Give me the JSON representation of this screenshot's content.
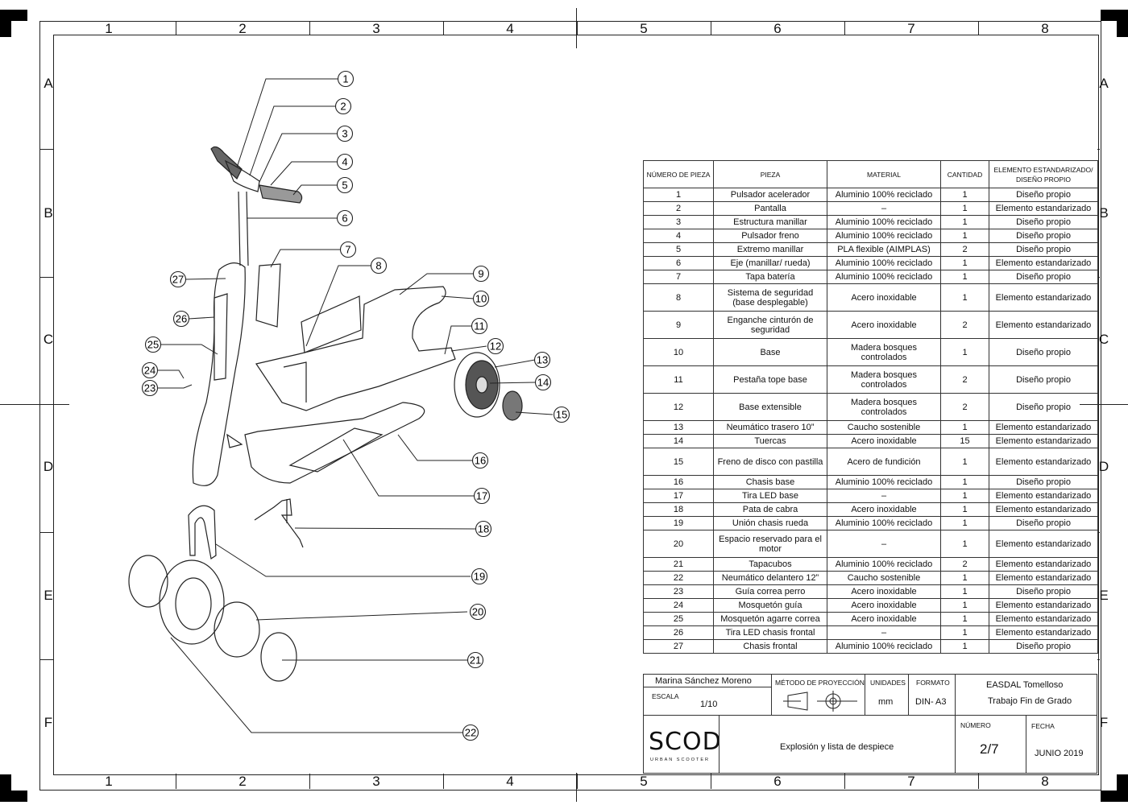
{
  "sheet": {
    "columns": [
      "1",
      "2",
      "3",
      "4",
      "5",
      "6",
      "7",
      "8"
    ],
    "rows": [
      "A",
      "B",
      "C",
      "D",
      "E",
      "F"
    ]
  },
  "table": {
    "headers": {
      "num": "NÚMERO DE PIEZA",
      "piece": "PIEZA",
      "material": "MATERIAL",
      "qty": "CANTIDAD",
      "type": "ELEMENTO ESTANDARIZADO/ DISEÑO PROPIO"
    },
    "rows": [
      {
        "num": "1",
        "piece": "Pulsador acelerador",
        "material": "Aluminio 100% reciclado",
        "qty": "1",
        "type": "Diseño propio"
      },
      {
        "num": "2",
        "piece": "Pantalla",
        "material": "–",
        "qty": "1",
        "type": "Elemento estandarizado"
      },
      {
        "num": "3",
        "piece": "Estructura manillar",
        "material": "Aluminio 100% reciclado",
        "qty": "1",
        "type": "Diseño propio"
      },
      {
        "num": "4",
        "piece": "Pulsador freno",
        "material": "Aluminio 100% reciclado",
        "qty": "1",
        "type": "Diseño propio"
      },
      {
        "num": "5",
        "piece": "Extremo manillar",
        "material": "PLA flexible (AIMPLAS)",
        "qty": "2",
        "type": "Diseño propio"
      },
      {
        "num": "6",
        "piece": "Eje (manillar/ rueda)",
        "material": "Aluminio 100% reciclado",
        "qty": "1",
        "type": "Elemento estandarizado"
      },
      {
        "num": "7",
        "piece": "Tapa batería",
        "material": "Aluminio 100% reciclado",
        "qty": "1",
        "type": "Diseño propio"
      },
      {
        "num": "8",
        "piece": "Sistema de seguridad (base desplegable)",
        "material": "Acero inoxidable",
        "qty": "1",
        "type": "Elemento estandarizado"
      },
      {
        "num": "9",
        "piece": "Enganche cinturón de seguridad",
        "material": "Acero inoxidable",
        "qty": "2",
        "type": "Elemento estandarizado"
      },
      {
        "num": "10",
        "piece": "Base",
        "material": "Madera bosques controlados",
        "qty": "1",
        "type": "Diseño propio"
      },
      {
        "num": "11",
        "piece": "Pestaña tope base",
        "material": "Madera bosques controlados",
        "qty": "2",
        "type": "Diseño propio"
      },
      {
        "num": "12",
        "piece": "Base extensible",
        "material": "Madera bosques controlados",
        "qty": "2",
        "type": "Diseño propio"
      },
      {
        "num": "13",
        "piece": "Neumático trasero 10”",
        "material": "Caucho sostenible",
        "qty": "1",
        "type": "Elemento estandarizado"
      },
      {
        "num": "14",
        "piece": "Tuercas",
        "material": "Acero inoxidable",
        "qty": "15",
        "type": "Elemento estandarizado"
      },
      {
        "num": "15",
        "piece": "Freno de disco con pastilla",
        "material": "Acero de fundición",
        "qty": "1",
        "type": "Elemento estandarizado"
      },
      {
        "num": "16",
        "piece": "Chasis base",
        "material": "Aluminio 100% reciclado",
        "qty": "1",
        "type": "Diseño propio"
      },
      {
        "num": "17",
        "piece": "Tira LED base",
        "material": "–",
        "qty": "1",
        "type": "Elemento estandarizado"
      },
      {
        "num": "18",
        "piece": "Pata de cabra",
        "material": "Acero inoxidable",
        "qty": "1",
        "type": "Elemento estandarizado"
      },
      {
        "num": "19",
        "piece": "Unión chasis rueda",
        "material": "Aluminio 100% reciclado",
        "qty": "1",
        "type": "Diseño propio"
      },
      {
        "num": "20",
        "piece": "Espacio reservado para el motor",
        "material": "–",
        "qty": "1",
        "type": "Elemento estandarizado"
      },
      {
        "num": "21",
        "piece": "Tapacubos",
        "material": "Aluminio 100% reciclado",
        "qty": "2",
        "type": "Elemento estandarizado"
      },
      {
        "num": "22",
        "piece": "Neumático delantero 12”",
        "material": "Caucho sostenible",
        "qty": "1",
        "type": "Elemento estandarizado"
      },
      {
        "num": "23",
        "piece": "Guía correa perro",
        "material": "Acero inoxidable",
        "qty": "1",
        "type": "Diseño propio"
      },
      {
        "num": "24",
        "piece": "Mosquetón guía",
        "material": "Acero inoxidable",
        "qty": "1",
        "type": "Elemento estandarizado"
      },
      {
        "num": "25",
        "piece": "Mosquetón agarre correa",
        "material": "Acero inoxidable",
        "qty": "1",
        "type": "Elemento estandarizado"
      },
      {
        "num": "26",
        "piece": "Tira LED chasis frontal",
        "material": "–",
        "qty": "1",
        "type": "Elemento estandarizado"
      },
      {
        "num": "27",
        "piece": "Chasis frontal",
        "material": "Aluminio 100% reciclado",
        "qty": "1",
        "type": "Diseño propio"
      }
    ]
  },
  "title_block": {
    "author": "Marina Sánchez Moreno",
    "scale_label": "ESCALA",
    "scale": "1/10",
    "projection_label": "MÉTODO DE PROYECCIÓN",
    "units_label": "UNIDADES",
    "units": "mm",
    "format_label": "FORMATO",
    "format": "DIN- A3",
    "school": "EASDAL Tomelloso",
    "project": "Trabajo Fin de Grado",
    "logo_text": "SCOD",
    "logo_subtext": "URBAN SCOOTER",
    "drawing_title": "Explosión y lista de despiece",
    "number_label": "NÚMERO",
    "number": "2/7",
    "date_label": "FECHA",
    "date": "JUNIO 2019"
  },
  "callouts": [
    "1",
    "2",
    "3",
    "4",
    "5",
    "6",
    "7",
    "8",
    "9",
    "10",
    "11",
    "12",
    "13",
    "14",
    "15",
    "16",
    "17",
    "18",
    "19",
    "20",
    "21",
    "22",
    "23",
    "24",
    "25",
    "26",
    "27"
  ]
}
